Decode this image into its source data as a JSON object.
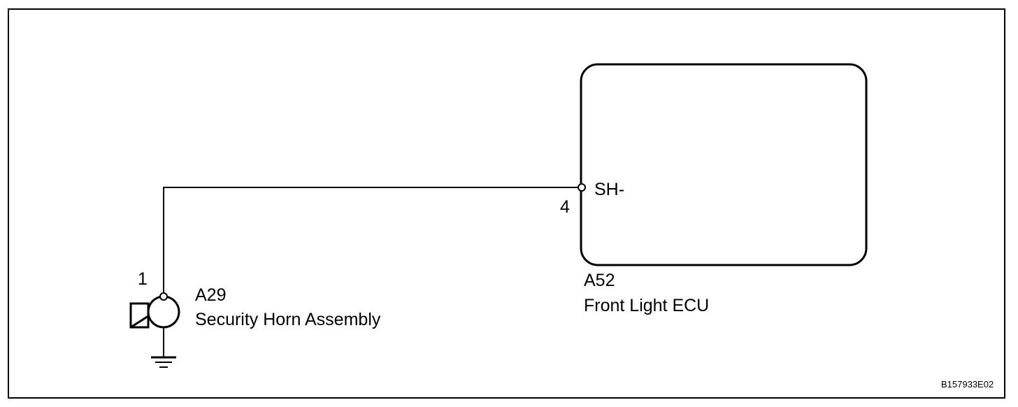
{
  "diagram": {
    "ecu": {
      "code": "A52",
      "name": "Front Light ECU",
      "terminal_label": "SH-",
      "pin_number": "4"
    },
    "horn": {
      "code": "A29",
      "name": "Security Horn Assembly",
      "pin_number": "1"
    },
    "figure_id": "B157933E02",
    "icons": {
      "horn": "horn-icon",
      "ground": "ground-icon"
    },
    "colors": {
      "line": "#000000",
      "background": "#ffffff"
    }
  }
}
